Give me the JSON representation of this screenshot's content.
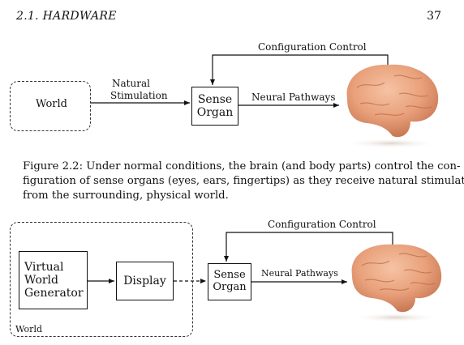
{
  "header": {
    "section": "2.1.  HARDWARE",
    "page_number": "37"
  },
  "figure1": {
    "world_label": "World",
    "stimulus_label_line1": "Natural",
    "stimulus_label_line2": "Stimulation",
    "sense_organ_line1": "Sense",
    "sense_organ_line2": "Organ",
    "pathway_label": "Neural Pathways",
    "control_label": "Configuration Control",
    "brain_icon": "brain-image"
  },
  "caption": {
    "line1": "Figure 2.2: Under normal conditions, the brain (and body parts) control the con-",
    "line2": "figuration of sense organs (eyes, ears, fingertips) as they receive natural stimulation",
    "line3": "from the surrounding, physical world."
  },
  "figure2": {
    "generator_line1": "Virtual",
    "generator_line2": "World",
    "generator_line3": "Generator",
    "display_label": "Display",
    "sense_organ_line1": "Sense",
    "sense_organ_line2": "Organ",
    "pathway_label": "Neural Pathways",
    "control_label": "Configuration Control",
    "world_label": "World",
    "brain_icon": "brain-image"
  },
  "colors": {
    "brain": "#e8a07a",
    "brain_shadow": "#c2704c",
    "ink": "#111111"
  }
}
